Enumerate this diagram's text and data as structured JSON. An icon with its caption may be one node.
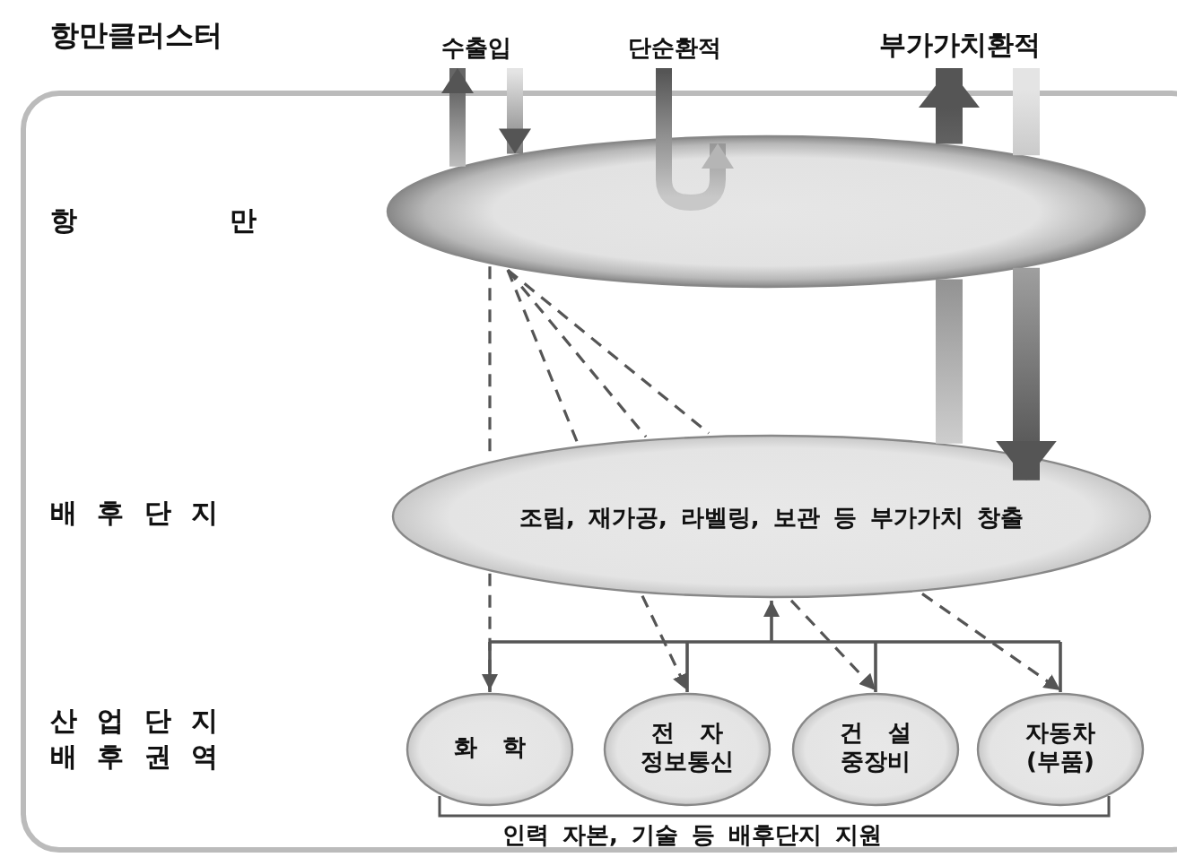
{
  "diagram": {
    "title": "항만클러스터",
    "nodes": [
      {
        "text": [
          "수출입"
        ]
      },
      {
        "text": [
          "단순환적"
        ]
      },
      {
        "text": [
          "부가가치환적"
        ]
      },
      {
        "text": [],
        "shape": "ellipse"
      },
      {
        "text": [
          "조립, 재가공, 라벨링, 보관 등 부가가치 창출"
        ]
      },
      {
        "text": [
          "화 학"
        ]
      },
      {
        "text": [
          "전 자 정보통신"
        ]
      },
      {
        "text": [
          "건 설 중장비"
        ]
      },
      {
        "text": [
          "자동차 (부품)"
        ]
      }
    ],
    "edges": [
      {
        "from": 0,
        "to": 3,
        "arrow": "to"
      },
      {
        "from": 3,
        "to": 0,
        "arrow": "to"
      },
      {
        "from": 1,
        "to": 3,
        "arrow": "to"
      },
      {
        "from": 4,
        "to": 3,
        "arrow": "none",
        "style": "thick"
      },
      {
        "from": 3,
        "to": 2,
        "arrow": "to",
        "style": "thick"
      },
      {
        "from": 2,
        "to": 3,
        "arrow": "none",
        "style": "thick"
      },
      {
        "from": 3,
        "to": 4,
        "arrow": "to",
        "style": "thick"
      },
      {
        "from": 3,
        "to": 4,
        "arrow": "none",
        "style": "dashed"
      },
      {
        "from": 3,
        "to": 4,
        "arrow": "none",
        "style": "dashed"
      },
      {
        "from": 3,
        "to": 4,
        "arrow": "none",
        "style": "dashed"
      },
      {
        "from": 3,
        "to": 4,
        "arrow": "none",
        "style": "dashed"
      },
      {
        "from": 4,
        "to": 5,
        "arrow": "to",
        "style": "dashed"
      },
      {
        "from": 4,
        "to": 6,
        "arrow": "to",
        "style": "dashed"
      },
      {
        "from": 4,
        "to": 7,
        "arrow": "to",
        "style": "dashed"
      },
      {
        "from": 4,
        "to": 8,
        "arrow": "to",
        "style": "dashed"
      },
      {
        "from": 5,
        "to": 4,
        "arrow": "to"
      },
      {
        "from": 6,
        "to": 4,
        "arrow": "to"
      },
      {
        "from": 7,
        "to": 4,
        "arrow": "to"
      },
      {
        "from": 8,
        "to": 4,
        "arrow": "to"
      }
    ],
    "labels": [
      "항 만",
      "배 후 단 지",
      "산 업 단 지 배 후 권 역",
      "인력 자본, 기술 등 배후단지 지원"
    ]
  }
}
